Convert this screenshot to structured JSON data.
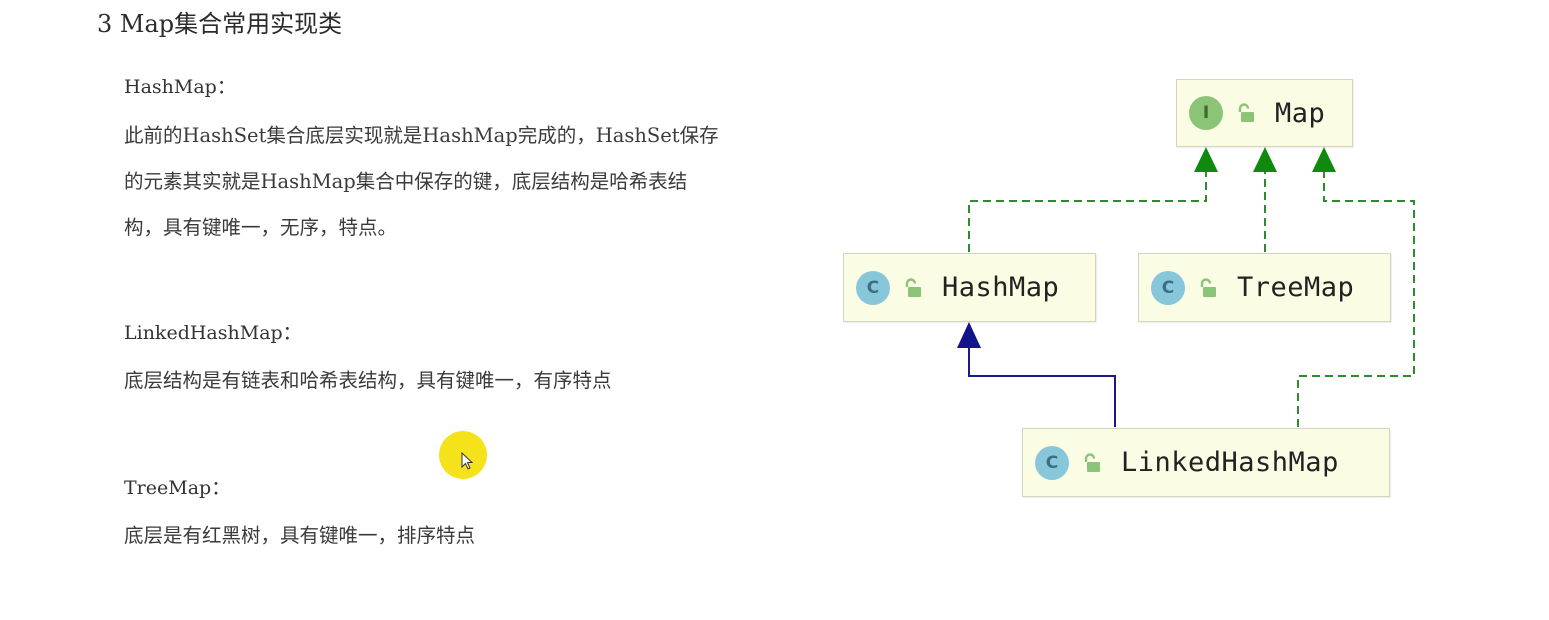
{
  "section_title": "3 Map集合常用实现类",
  "notes": [
    {
      "name": "HashMap：",
      "lines": [
        "此前的HashSet集合底层实现就是HashMap完成的，HashSet保存",
        "的元素其实就是HashMap集合中保存的键，底层结构是哈希表结",
        "构，具有键唯一，无序，特点。"
      ]
    },
    {
      "name": "LinkedHashMap：",
      "lines": [
        "底层结构是有链表和哈希表结构，具有键唯一，有序特点"
      ]
    },
    {
      "name": "TreeMap：",
      "lines": [
        "底层是有红黑树，具有键唯一，排序特点"
      ]
    }
  ],
  "diagram": {
    "nodes": {
      "map": {
        "label": "Map",
        "kind": "I"
      },
      "hashmap": {
        "label": "HashMap",
        "kind": "C"
      },
      "treemap": {
        "label": "TreeMap",
        "kind": "C"
      },
      "linkedhashmap": {
        "label": "LinkedHashMap",
        "kind": "C"
      }
    },
    "edges": [
      {
        "from": "HashMap",
        "to": "Map",
        "style": "dashed",
        "color": "#2e8b2e"
      },
      {
        "from": "TreeMap",
        "to": "Map",
        "style": "dashed",
        "color": "#2e8b2e"
      },
      {
        "from": "LinkedHashMap",
        "to": "Map",
        "style": "dashed",
        "color": "#2e8b2e"
      },
      {
        "from": "LinkedHashMap",
        "to": "HashMap",
        "style": "solid",
        "color": "#1a1a8c"
      }
    ]
  }
}
